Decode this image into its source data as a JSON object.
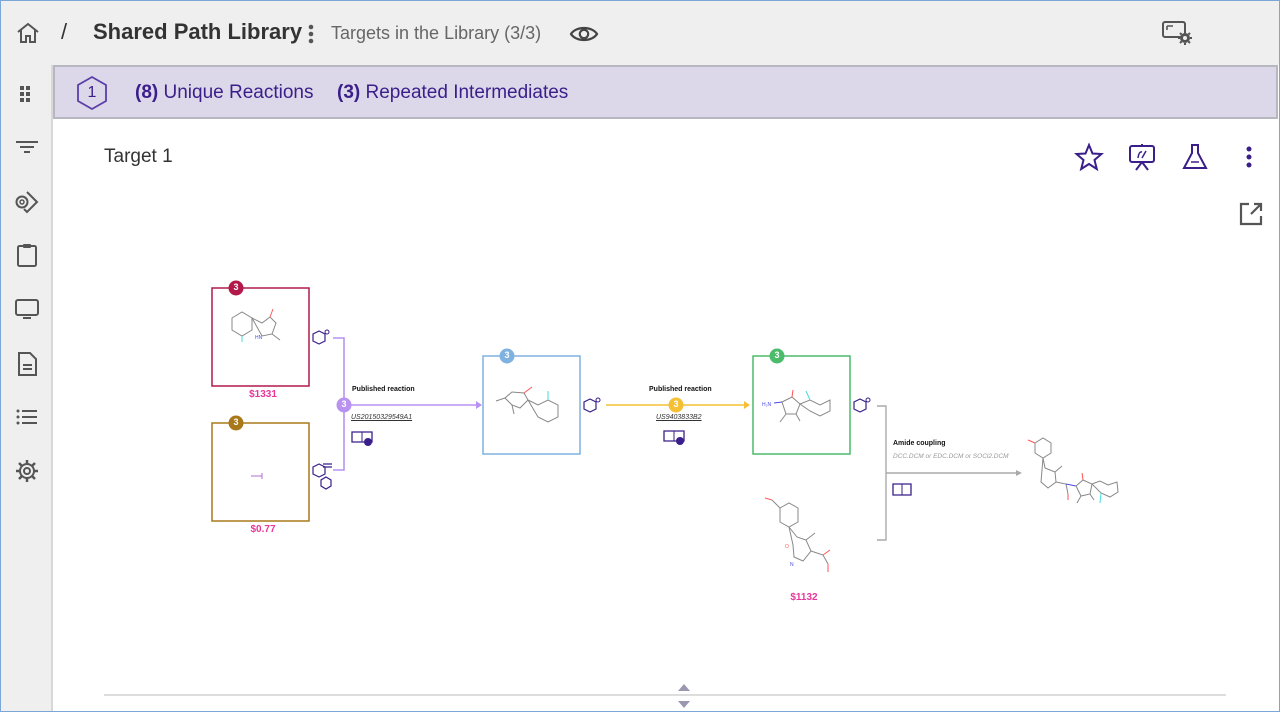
{
  "header": {
    "breadcrumb_separator": "/",
    "title": "Shared Path Library",
    "subtitle": "Targets in the Library (3/3)",
    "icons": [
      "home-icon",
      "kebab-menu-icon",
      "eye-icon",
      "display-settings-icon"
    ]
  },
  "sidebar": {
    "items": [
      {
        "name": "apps",
        "icon": "grid-icon"
      },
      {
        "name": "filter",
        "icon": "filter-icon"
      },
      {
        "name": "pathways",
        "icon": "gear-diamond-icon"
      },
      {
        "name": "clipboard",
        "icon": "clipboard-icon"
      },
      {
        "name": "monitor",
        "icon": "monitor-icon"
      },
      {
        "name": "document",
        "icon": "document-icon"
      },
      {
        "name": "list",
        "icon": "list-icon"
      },
      {
        "name": "settings",
        "icon": "gear-icon"
      }
    ]
  },
  "banner": {
    "step": "1",
    "unique_reactions_count": "(8)",
    "unique_reactions_label": "Unique Reactions",
    "repeated_intermediates_count": "(3)",
    "repeated_intermediates_label": "Repeated Intermediates"
  },
  "target": {
    "title": "Target 1",
    "actions": [
      "star-icon",
      "presentation-icon",
      "flask-icon",
      "more-vert-icon",
      "open-external-icon"
    ]
  },
  "pathway": {
    "colors": {
      "red": "#b2184a",
      "gold": "#a9781a",
      "purple": "#b892f0",
      "blue": "#7fb2e0",
      "yellow": "#f5c036",
      "green": "#4cbc6b",
      "grey": "#aaaaaa",
      "price": "#e8379a",
      "accent": "#3a1f8a"
    },
    "nodes": [
      {
        "id": "sm1",
        "badge": "3",
        "price": "$1331"
      },
      {
        "id": "sm2",
        "badge": "3",
        "price": "$0.77"
      },
      {
        "id": "int1",
        "badge": "3"
      },
      {
        "id": "int2",
        "badge": "3"
      },
      {
        "id": "reagent",
        "price": "$1132"
      }
    ],
    "reactions": [
      {
        "badge": "3",
        "title": "Published reaction",
        "reference": "US20150329549A1"
      },
      {
        "badge": "3",
        "title": "Published reaction",
        "reference": "US9403833B2"
      },
      {
        "title": "Amide coupling",
        "conditions": "DCC.DCM or EDC.DCM or SOCl2.DCM"
      }
    ]
  }
}
